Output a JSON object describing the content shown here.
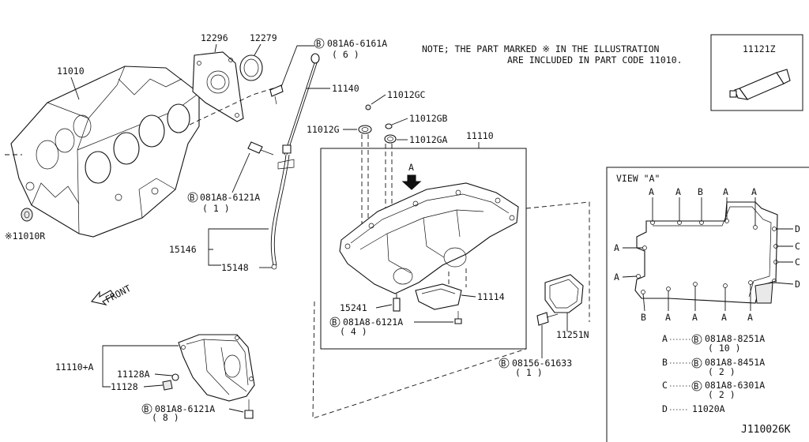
{
  "note": {
    "line1": "NOTE; THE PART MARKED ※ IN THE ILLUSTRATION",
    "line2": "ARE INCLUDED IN PART CODE 11010."
  },
  "parts": {
    "p11010": "11010",
    "p11010r": "※11010R",
    "p12296": "12296",
    "p12279": "12279",
    "bolt_081a6": "081A6-6161A",
    "bolt_081a6_qty": "( 6 )",
    "p11140": "11140",
    "p11012gc": "11012GC",
    "p11012g": "11012G",
    "p11012gb": "11012GB",
    "p11012ga": "11012GA",
    "p11110": "11110",
    "p11121z": "11121Z",
    "bolt_081a8_top": "081A8-6121A",
    "bolt_081a8_top_qty": "( 1 )",
    "p15146": "15146",
    "p15148": "15148",
    "front": "FRONT",
    "arrow_a": "A",
    "p15241": "15241",
    "p11114": "11114",
    "bolt_081a8_mid": "081A8-6121A",
    "bolt_081a8_mid_qty": "( 4 )",
    "p11251n": "11251N",
    "bolt_08156": "08156-61633",
    "bolt_08156_qty": "( 1 )",
    "p11110a": "11110+A",
    "p11128a": "11128A",
    "p11128": "11128",
    "bolt_081a8_bot": "081A8-6121A",
    "bolt_081a8_bot_qty": "( 8 )",
    "bolt_symbol": "B"
  },
  "view_a": {
    "title": "VIEW \"A\"",
    "top_labels": [
      "A",
      "A",
      "B",
      "A",
      "A"
    ],
    "bottom_labels": [
      "B",
      "A",
      "A",
      "A",
      "A"
    ],
    "left_labels": [
      "A",
      "A"
    ],
    "right_labels": [
      "D",
      "C",
      "C",
      "D"
    ]
  },
  "legend": [
    {
      "key": "A",
      "part": "081A8-8251A",
      "qty": "( 10 )",
      "bolt": true
    },
    {
      "key": "B",
      "part": "081A8-8451A",
      "qty": "( 2 )",
      "bolt": true
    },
    {
      "key": "C",
      "part": "081A8-6301A",
      "qty": "( 2 )",
      "bolt": true
    },
    {
      "key": "D",
      "part": "11020A",
      "qty": "",
      "bolt": false
    }
  ],
  "diagram_code": "J110026K"
}
